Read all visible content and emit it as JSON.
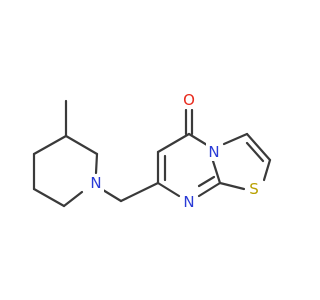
{
  "molecule": {
    "atoms": [
      {
        "id": "O1",
        "symbol": "O",
        "color": "#e8291c"
      },
      {
        "id": "N1",
        "symbol": "N",
        "color": "#2a3bd6"
      },
      {
        "id": "N2",
        "symbol": "N",
        "color": "#2a3bd6"
      },
      {
        "id": "S1",
        "symbol": "S",
        "color": "#b8a000"
      },
      {
        "id": "N3",
        "symbol": "N",
        "color": "#2a3bd6"
      }
    ],
    "bond_color": "#3a3a3a"
  }
}
